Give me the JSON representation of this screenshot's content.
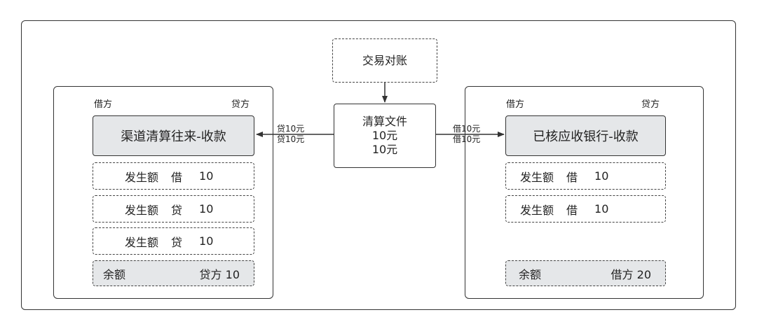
{
  "top_box": {
    "label": "交易对账"
  },
  "center_box": {
    "title": "清算文件",
    "line1": "10元",
    "line2": "10元"
  },
  "left_arrow_labels": [
    "贷10元",
    "贷10元"
  ],
  "right_arrow_labels": [
    "借10元",
    "借10元"
  ],
  "left_account": {
    "debit_label": "借方",
    "credit_label": "贷方",
    "title": "渠道清算往来-收款",
    "entries": [
      {
        "label": "发生额",
        "side": "借",
        "amount": "10"
      },
      {
        "label": "发生额",
        "side": "贷",
        "amount": "10"
      },
      {
        "label": "发生额",
        "side": "贷",
        "amount": "10"
      }
    ],
    "balance": {
      "label": "余额",
      "value": "贷方 10"
    }
  },
  "right_account": {
    "debit_label": "借方",
    "credit_label": "贷方",
    "title": "已核应收银行-收款",
    "entries": [
      {
        "label": "发生额",
        "side": "借",
        "amount": "10"
      },
      {
        "label": "发生额",
        "side": "借",
        "amount": "10"
      }
    ],
    "balance": {
      "label": "余额",
      "value": "借方 20"
    }
  },
  "colors": {
    "stroke": "#333333",
    "grey_fill": "#e5e7e9"
  }
}
